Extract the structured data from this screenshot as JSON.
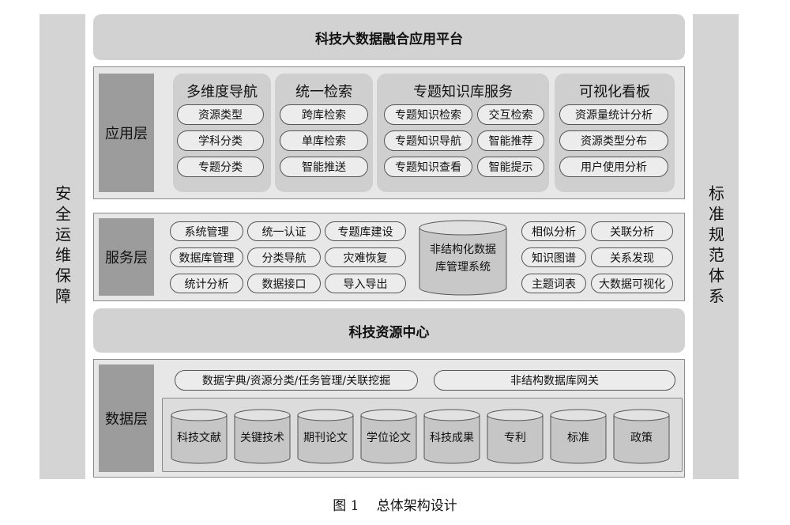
{
  "side_left": "安全运维保障",
  "side_right": "标准规范体系",
  "platform_title": "科技大数据融合应用平台",
  "center_title": "科技资源中心",
  "app_layer": {
    "name": "应用层",
    "groups": [
      {
        "title": "多维度导航",
        "items": [
          "资源类型",
          "学科分类",
          "专题分类"
        ]
      },
      {
        "title": "统一检索",
        "items": [
          "跨库检索",
          "单库检索",
          "智能推送"
        ]
      },
      {
        "title": "专题知识库服务",
        "items": [
          "专题知识检索",
          "交互检索",
          "专题知识导航",
          "智能推荐",
          "专题知识查看",
          "智能提示"
        ]
      },
      {
        "title": "可视化看板",
        "items": [
          "资源量统计分析",
          "资源类型分布",
          "用户使用分析"
        ]
      }
    ]
  },
  "service_layer": {
    "name": "服务层",
    "left_items": [
      "系统管理",
      "统一认证",
      "专题库建设",
      "数据库管理",
      "分类导航",
      "灾难恢复",
      "统计分析",
      "数据接口",
      "导入导出"
    ],
    "db_label": "非结构化数据库管理系统",
    "right_items": [
      "相似分析",
      "关联分析",
      "知识图谱",
      "关系发现",
      "主题词表",
      "大数据可视化"
    ]
  },
  "data_layer": {
    "name": "数据层",
    "bar_left": "数据字典/资源分类/任务管理/关联挖掘",
    "bar_right": "非结构数据库网关",
    "databases": [
      "科技文献",
      "关键技术",
      "期刊论文",
      "学位论文",
      "科技成果",
      "专利",
      "标准",
      "政策"
    ]
  },
  "caption": "图 1　 总体架构设计"
}
